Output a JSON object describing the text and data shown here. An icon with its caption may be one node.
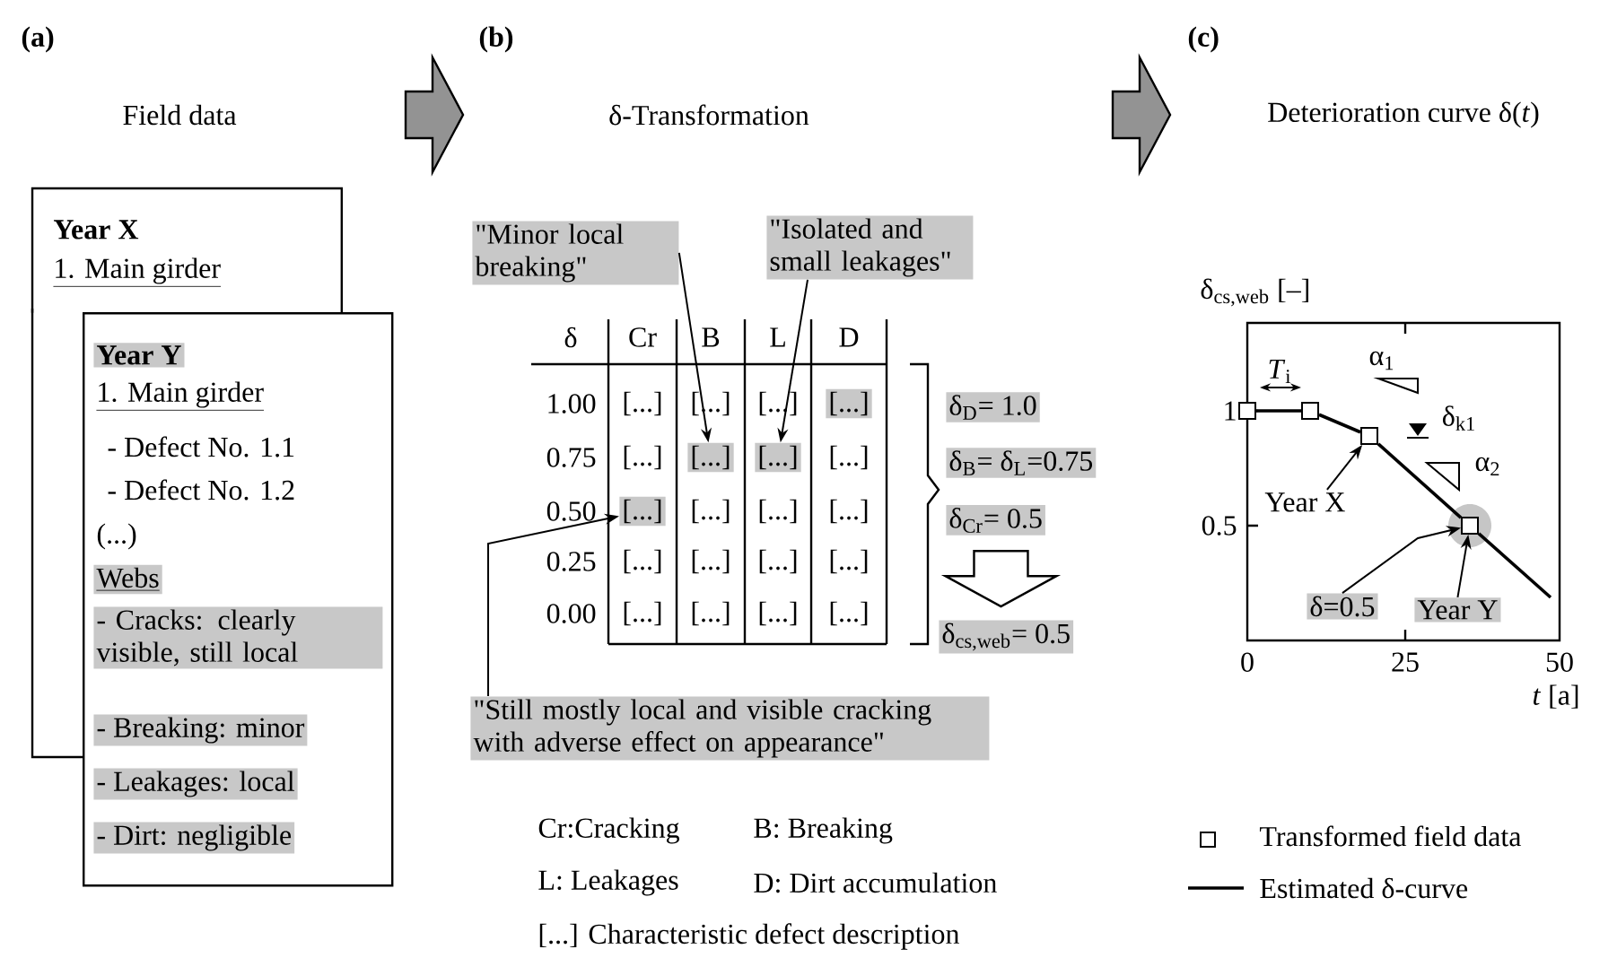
{
  "diagram": {
    "nodes": [
      {
        "text": [
          "Year X",
          "1. Main girder"
        ]
      },
      {
        "text": [
          "Year Y",
          "1. Main girder",
          "- Defect No. 1.1",
          "- Defect No. 1.2",
          "(...)",
          "Webs",
          "- Cracks: clearly visible, still local",
          "- Breaking: minor",
          "- Leakages: local",
          "- Dirt: negligible"
        ]
      },
      {
        "text": [
          "\"Minor local breaking\""
        ]
      },
      {
        "text": [
          "\"Isolated and small leakages\""
        ]
      },
      {
        "text": [
          "\"Still mostly local and visible cracking with adverse effect on appearance\""
        ]
      },
      {
        "text": [
          "[...]"
        ]
      },
      {
        "text": [
          "[...]"
        ]
      },
      {
        "text": [
          "[...]"
        ]
      },
      {
        "text": [
          "δ$_{D}$= 1.0"
        ]
      },
      {
        "text": [
          "δ$_{B}$= δ$_{L}$=0.75"
        ]
      },
      {
        "text": [
          "δ$_{Cr}$= 0.5"
        ]
      },
      {
        "text": [
          "δ$_{cs,web}$= 0.5"
        ]
      },
      {
        "text": [],
        "shape": "box"
      },
      {
        "text": [],
        "shape": "box"
      },
      {
        "text": [],
        "shape": "box"
      },
      {
        "text": [],
        "shape": "box"
      },
      {
        "text": [
          "Year X"
        ]
      },
      {
        "text": [
          "δ=0.5"
        ]
      },
      {
        "text": [
          "Year Y"
        ]
      }
    ],
    "edges": [
      {
        "from": 2,
        "to": 5,
        "arrow": "to"
      },
      {
        "from": 3,
        "to": 6,
        "arrow": "to"
      },
      {
        "from": 4,
        "to": 7,
        "arrow": "to"
      },
      {
        "from": 10,
        "to": 11,
        "arrow": "to",
        "style": "thick"
      },
      {
        "from": 12,
        "to": 13,
        "arrow": "none"
      },
      {
        "from": 13,
        "to": 14,
        "arrow": "none"
      },
      {
        "from": 14,
        "to": 15,
        "arrow": "none"
      },
      {
        "from": 15,
        "to": null,
        "arrow": "none"
      },
      {
        "from": 16,
        "to": 14,
        "arrow": "to"
      },
      {
        "from": 17,
        "to": 15,
        "arrow": "to"
      },
      {
        "from": 18,
        "to": 15,
        "arrow": "to"
      }
    ],
    "labels": [
      "(a)",
      "Field data",
      "(b)",
      "δ-Transformation",
      "(c)",
      "Deterioration curve δ(*t*)",
      "δ",
      "Cr",
      "B",
      "L",
      "D",
      "1.00",
      "[...]",
      "[...]",
      "[...]",
      "[...]",
      "0.75",
      "[...]",
      "[...]",
      "0.50",
      "[...]",
      "[...]",
      "[...]",
      "0.25",
      "[...]",
      "[...]",
      "[...]",
      "[...]",
      "0.00",
      "[...]",
      "[...]",
      "[...]",
      "[...]",
      "δ$_{cs,web}$ [–]",
      "1",
      "0.5",
      "0",
      "25",
      "50",
      "*t* [a]",
      "*T*$_{i}$",
      "α$_{1}$",
      "δ$_{k1}$",
      "α$_{2}$",
      "Cr:Cracking",
      "B: Breaking",
      "L: Leakages",
      "D: Dirt accumulation",
      "[...] Characteristic defect description"
    ],
    "legend": [
      {
        "text": "Transformed field data"
      },
      {
        "text": "Estimated  δ-curve"
      }
    ]
  }
}
